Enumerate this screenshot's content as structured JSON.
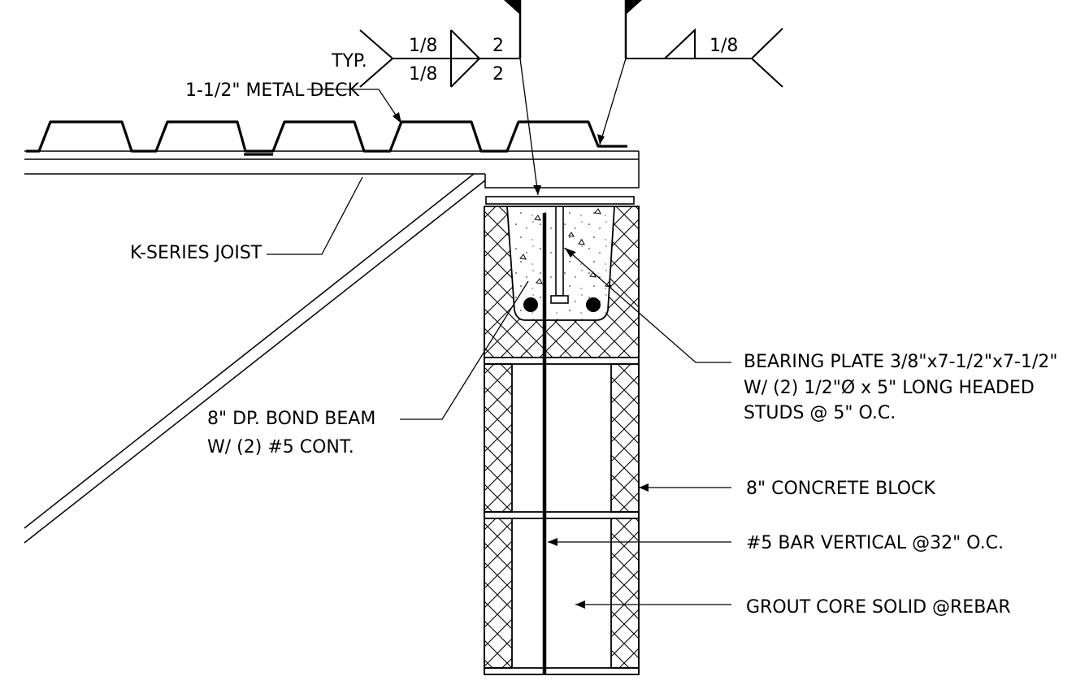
{
  "labels": {
    "typ": "TYP.",
    "metal_deck": "1-1/2\" METAL DECK",
    "joist": "K-SERIES JOIST",
    "bond_beam_1": "8\" DP. BOND BEAM",
    "bond_beam_2": "W/ (2) #5 CONT.",
    "plate_1": "BEARING PLATE 3/8\"x7-1/2\"x7-1/2\"",
    "plate_2": "W/ (2) 1/2\"Ø x 5\" LONG HEADED",
    "plate_3": "STUDS @ 5\" O.C.",
    "block": "8\" CONCRETE BLOCK",
    "rebar": "#5 BAR VERTICAL @32\" O.C.",
    "grout": "GROUT CORE SOLID @REBAR"
  },
  "weld_left": {
    "top_size": "1/8",
    "bottom_size": "1/8",
    "top_length": "2",
    "bottom_length": "2"
  },
  "weld_right": {
    "size": "1/8"
  }
}
